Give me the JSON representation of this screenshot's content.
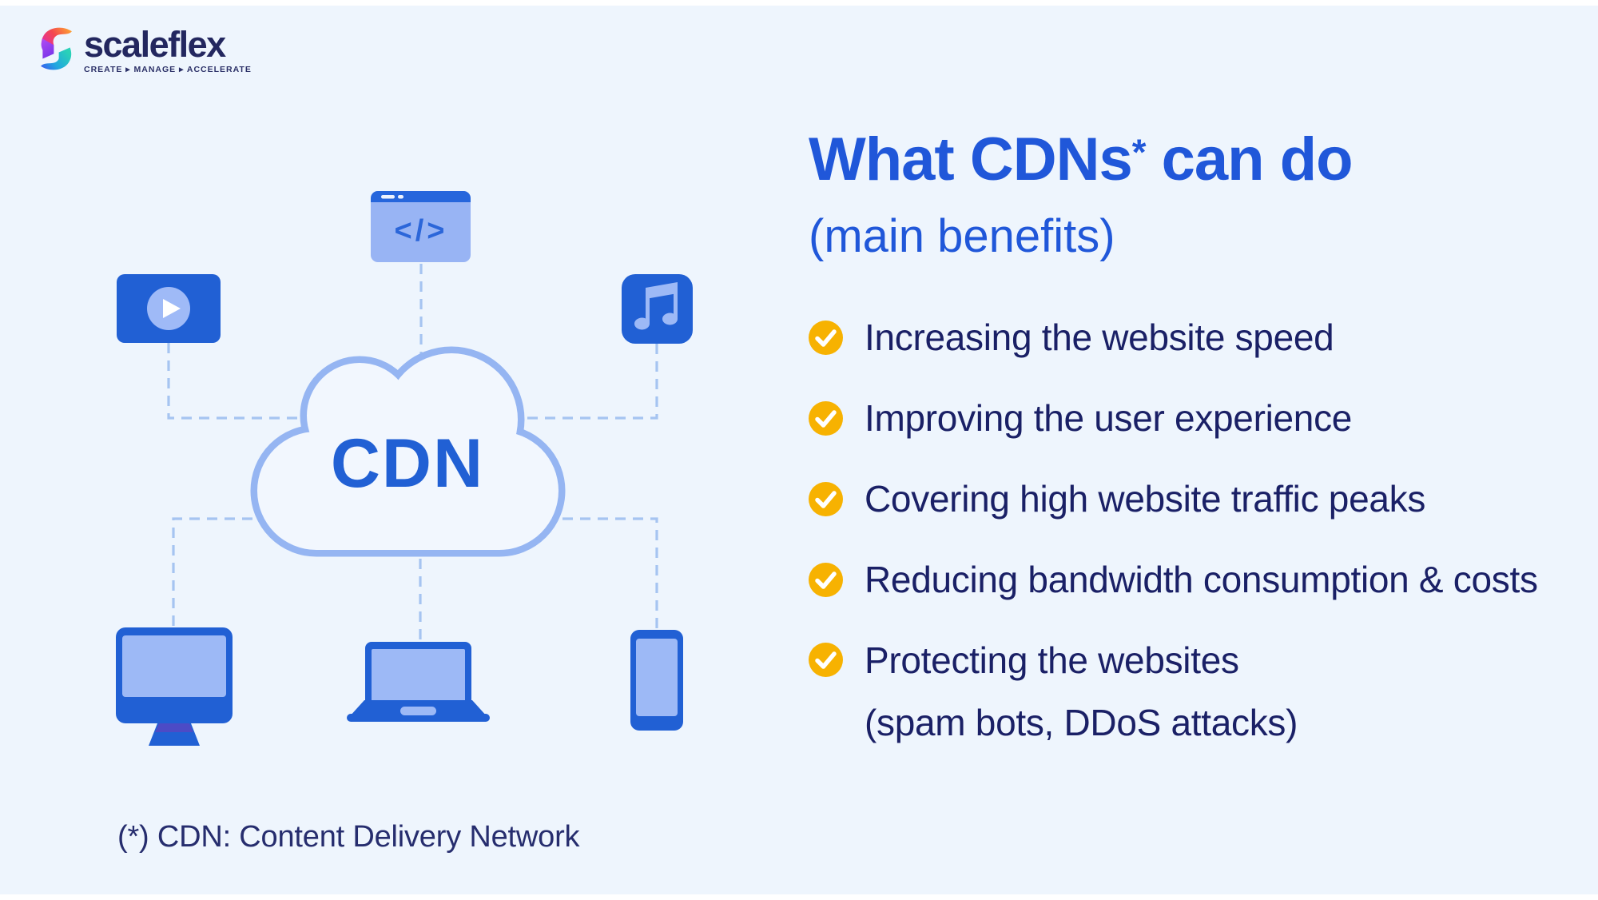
{
  "logo": {
    "name": "scaleflex",
    "tagline": "CREATE ▸ MANAGE ▸ ACCELERATE"
  },
  "heading": {
    "title_pre": "What CDNs",
    "title_sup": "*",
    "title_post": " can do",
    "subtitle": "(main benefits)"
  },
  "benefits": [
    {
      "label": "Increasing the website speed"
    },
    {
      "label": "Improving the user experience"
    },
    {
      "label": "Covering high website traffic peaks"
    },
    {
      "label": "Reducing bandwidth consumption & costs"
    },
    {
      "label": "Protecting the websites",
      "label2": "(spam bots, DDoS attacks)"
    }
  ],
  "diagram": {
    "cloud_label": "CDN",
    "code_glyph": "</>"
  },
  "footnote": "(*) CDN: Content Delivery Network",
  "colors": {
    "background": "#eef5fd",
    "primary_blue": "#2160d4",
    "periwinkle": "#9db9f6",
    "cloud_stroke": "#95b5f2",
    "dashed_line": "#a6c4f1",
    "title_blue": "#2057d9",
    "navy_text": "#1a2066",
    "check_gold": "#f7b201"
  }
}
